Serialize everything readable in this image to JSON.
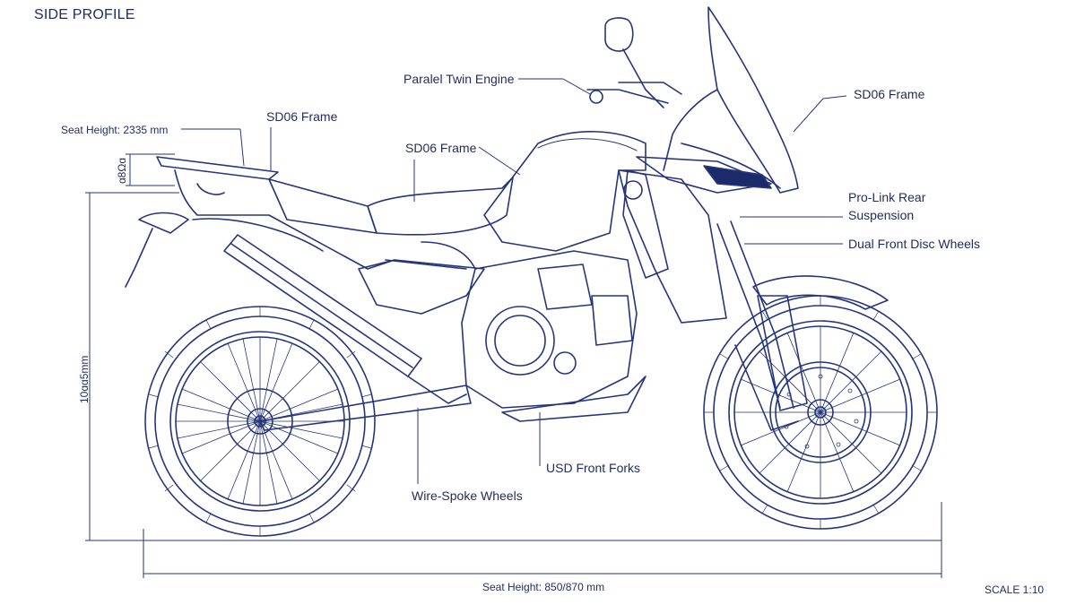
{
  "header": {
    "title": "SIDE PROFILE"
  },
  "labels": {
    "seat_height_top": "Seat Height: 2335 mm",
    "frame_left": "SD06 Frame",
    "frame_center": "SD06 Frame",
    "engine": "Paralel Twin Engine",
    "frame_right": "SD06 Frame",
    "pro_link_line1": "Pro-Link Rear",
    "pro_link_line2": "Suspension",
    "front_disc": "Dual Front Disc Wheels",
    "front_forks": "USD Front Forks",
    "spoke_wheels": "Wire-Spoke Wheels"
  },
  "dimensions": {
    "seat_offset": "ɑ8Ωɑ",
    "overall_height": "10ɑɑ5mm",
    "seat_height_bottom": "Seat Height: 850/870 mm"
  },
  "footer": {
    "scale": "SCALE 1:10"
  },
  "colors": {
    "ink": "#1f2b5c",
    "line": "#26357a",
    "accent": "#1b2a6b"
  }
}
